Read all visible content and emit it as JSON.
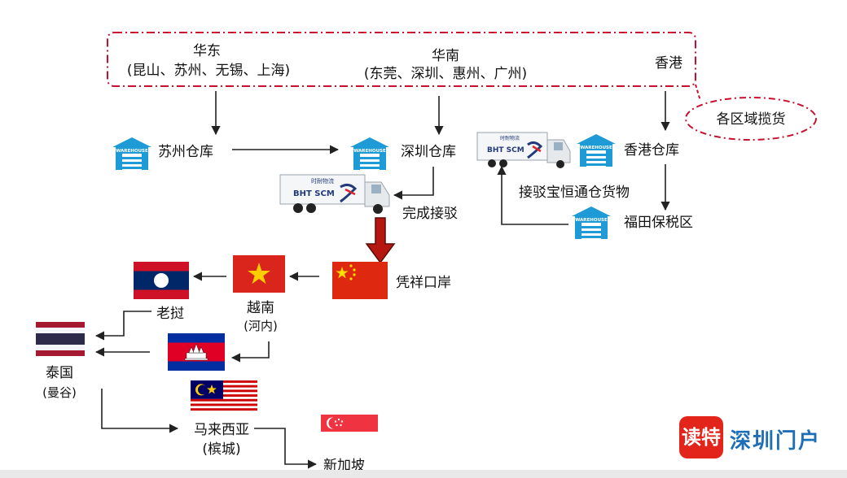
{
  "regions": {
    "east": {
      "name": "华东",
      "cities": "(昆山、苏州、无锡、上海)"
    },
    "south": {
      "name": "华南",
      "cities": "(东莞、深圳、惠州、广州)"
    },
    "hk": {
      "name": "香港"
    }
  },
  "callout": "各区域揽货",
  "warehouse_icon_text": "WAREHOUSE",
  "warehouses": {
    "suzhou": "苏州仓库",
    "shenzhen": "深圳仓库",
    "hongkong": "香港仓库",
    "futian": "福田保税区"
  },
  "notes": {
    "transfer_bao": "接驳宝恒通仓货物",
    "transfer_done": "完成接驳"
  },
  "truck_branding": {
    "cn": "时耐物流",
    "en": "BHT SCM"
  },
  "border": {
    "port": "凭祥口岸",
    "flag": "China"
  },
  "countries": {
    "vietnam": {
      "name": "越南",
      "city": "(河内)"
    },
    "laos": {
      "name": "老挝"
    },
    "cambodia": {
      "name": "Cambodia"
    },
    "thailand": {
      "name": "泰国",
      "city": "(曼谷)"
    },
    "malaysia": {
      "name": "马来西亚",
      "city": "(槟城)"
    },
    "singapore": {
      "name": "新加坡"
    }
  },
  "watermark": {
    "badge": "读特",
    "text": "深圳门户"
  },
  "colors": {
    "dash_red": "#c8102e",
    "warehouse_blue": "#1e9ad6",
    "arrow_dark": "#222222",
    "big_arrow": "#b5160f"
  }
}
